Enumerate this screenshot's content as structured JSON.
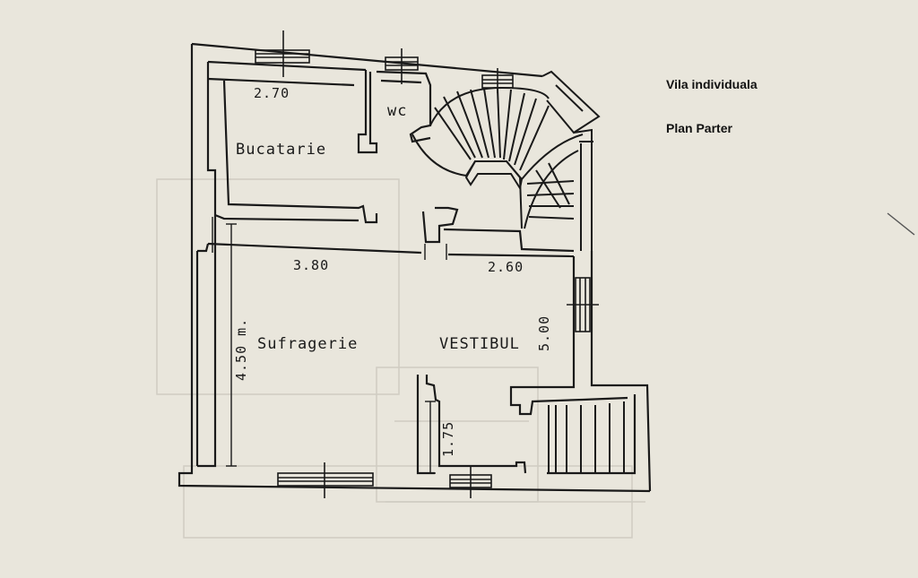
{
  "captions": {
    "title": "Vila individuala",
    "subtitle": "Plan Parter"
  },
  "rooms": {
    "kitchen": "Bucatarie",
    "wc": "wc",
    "dining": "Sufragerie",
    "hall": "VESTIBUL"
  },
  "dimensions": {
    "kitchen_width": "2.70",
    "dining_width": "3.80",
    "hall_width": "2.60",
    "dining_depth": "4.50 m.",
    "hall_depth": "5.00",
    "entry_width": "1.75"
  },
  "colors": {
    "paper": "#e9e6dc",
    "ink": "#1a1a1a",
    "ghost": "#c9c6bd"
  }
}
